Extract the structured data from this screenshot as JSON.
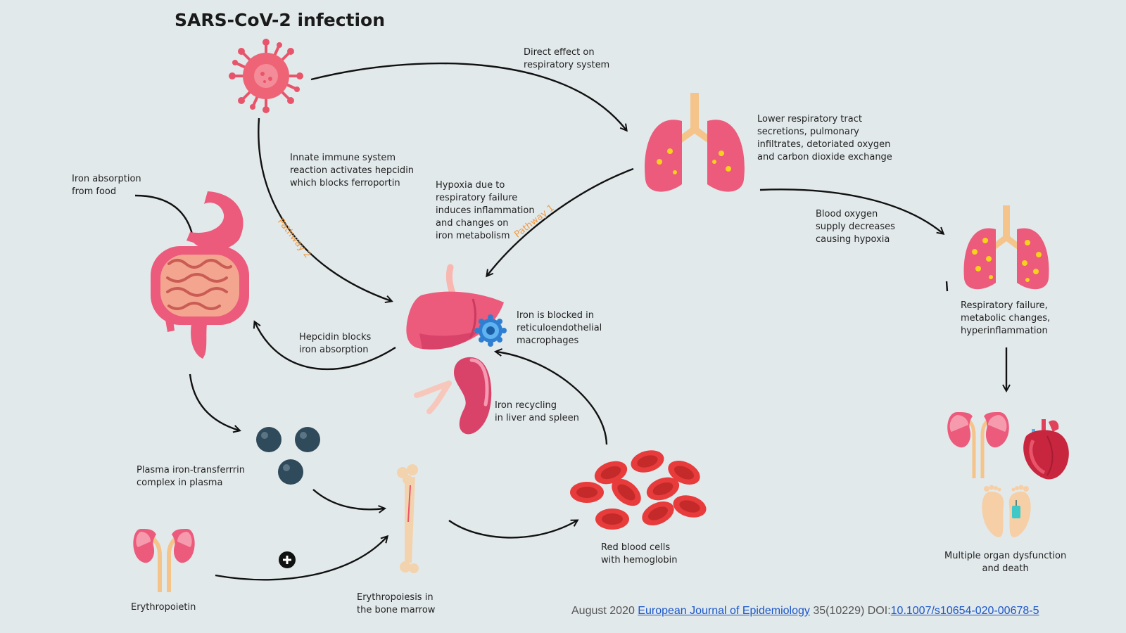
{
  "title": "SARS-CoV-2 infection",
  "labels": {
    "direct_effect": "Direct effect on\nrespiratory system",
    "lower_resp": "Lower respiratory tract\nsecretions, pulmonary\ninfiltrates, detoriated oxygen\nand carbon dioxide exchange",
    "innate": "Innate immune system\nreaction activates hepcidin\nwhich blocks ferroportin",
    "hypoxia": "Hypoxia due to\nrespiratory failure\ninduces inflammation\nand changes on\niron metabolism",
    "iron_absorption": "Iron absorption\nfrom food",
    "blood_oxygen": "Blood oxygen\nsupply decreases\ncausing hypoxia",
    "resp_failure": "Respiratory failure,\nmetabolic changes,\nhyperinflammation",
    "iron_blocked": "Iron is blocked in\nreticuloendothelial\nmacrophages",
    "hepcidin_blocks": "Hepcidin blocks\niron absorption",
    "iron_recycling": "Iron recycling\nin liver and spleen",
    "plasma_iron": "Plasma iron-transferrrin\ncomplex in plasma",
    "erythropoietin": "Erythropoietin",
    "erythropoiesis": "Erythropoiesis in\nthe bone marrow",
    "rbc": "Red blood cells\nwith hemoglobin",
    "multiple_organ": "Multiple organ dysfunction\nand death",
    "pathway1": "Pathway 1",
    "pathway2": "Pathway 2"
  },
  "citation": {
    "prefix": "August 2020 ",
    "journal": "European Journal of Epidemiology",
    "middle": " 35(10229) DOI:",
    "doi": "10.1007/s10654-020-00678-5"
  },
  "colors": {
    "organ_pink": "#ec5a7c",
    "organ_light": "#f69aad",
    "pathway_orange": "#f39a3c",
    "virus_red": "#e8556a",
    "rbc_red": "#e83b3b",
    "transferrin": "#2f4a5a",
    "link_blue": "#1a56c8"
  },
  "icons": [
    "virus-icon",
    "lungs-icon",
    "lungs-damaged-icon",
    "stomach-intestine-icon",
    "liver-icon",
    "macrophage-icon",
    "spleen-icon",
    "iron-transferrin-icon",
    "kidney-icon",
    "bone-icon",
    "red-blood-cells-icon",
    "heart-icon",
    "feet-toe-tag-icon",
    "plus-icon"
  ]
}
